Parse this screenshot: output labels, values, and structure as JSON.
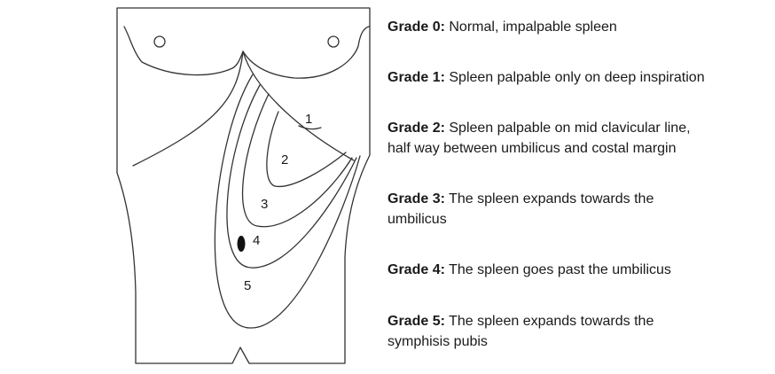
{
  "diagram": {
    "zone_labels": [
      "1",
      "2",
      "3",
      "4",
      "5"
    ]
  },
  "legend": [
    {
      "grade": "Grade 0:",
      "description": "Normal, impalpable spleen"
    },
    {
      "grade": "Grade 1:",
      "description": " Spleen palpable only on deep inspiration"
    },
    {
      "grade": "Grade 2:",
      "description": "Spleen palpable on mid clavicular line,\nhalf way between umbilicus and costal margin"
    },
    {
      "grade": "Grade 3:",
      "description": "The spleen expands towards the\numbilicus"
    },
    {
      "grade": "Grade 4:",
      "description": "The spleen goes past the umbilicus"
    },
    {
      "grade": "Grade 5:",
      "description": "The spleen expands towards the\nsymphisis pubis"
    }
  ],
  "colors": {
    "outline": "#333333",
    "text": "#1a1a1a",
    "background": "#ffffff"
  }
}
